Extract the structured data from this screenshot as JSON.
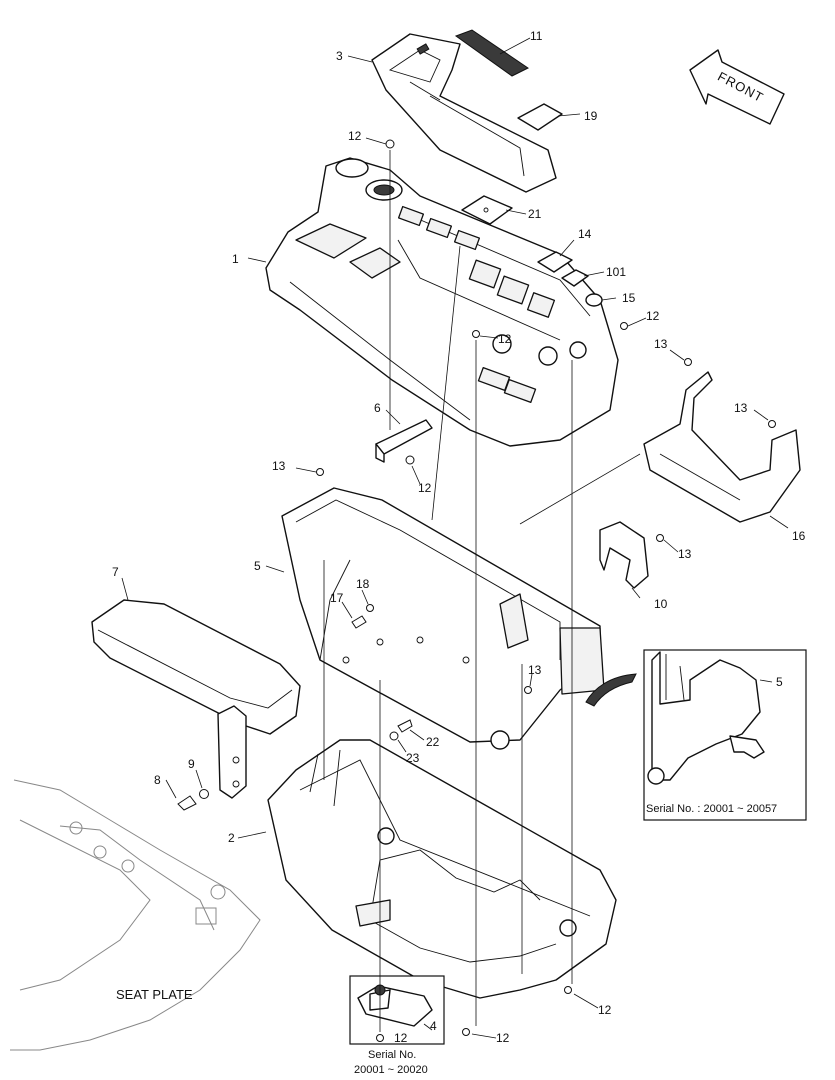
{
  "diagram": {
    "callouts": [
      {
        "id": "c1",
        "text": "1"
      },
      {
        "id": "c2",
        "text": "2"
      },
      {
        "id": "c3",
        "text": "3"
      },
      {
        "id": "c4",
        "text": "4"
      },
      {
        "id": "c5",
        "text": "5"
      },
      {
        "id": "c5b",
        "text": "5"
      },
      {
        "id": "c6",
        "text": "6"
      },
      {
        "id": "c7",
        "text": "7"
      },
      {
        "id": "c8",
        "text": "8"
      },
      {
        "id": "c9",
        "text": "9"
      },
      {
        "id": "c10",
        "text": "10"
      },
      {
        "id": "c11",
        "text": "11"
      },
      {
        "id": "c12a",
        "text": "12"
      },
      {
        "id": "c12b",
        "text": "12"
      },
      {
        "id": "c12c",
        "text": "12"
      },
      {
        "id": "c12d",
        "text": "12"
      },
      {
        "id": "c12e",
        "text": "12"
      },
      {
        "id": "c12f",
        "text": "12"
      },
      {
        "id": "c12g",
        "text": "12"
      },
      {
        "id": "c13a",
        "text": "13"
      },
      {
        "id": "c13b",
        "text": "13"
      },
      {
        "id": "c13c",
        "text": "13"
      },
      {
        "id": "c13d",
        "text": "13"
      },
      {
        "id": "c13e",
        "text": "13"
      },
      {
        "id": "c14",
        "text": "14"
      },
      {
        "id": "c15",
        "text": "15"
      },
      {
        "id": "c16",
        "text": "16"
      },
      {
        "id": "c17",
        "text": "17"
      },
      {
        "id": "c18",
        "text": "18"
      },
      {
        "id": "c19",
        "text": "19"
      },
      {
        "id": "c21",
        "text": "21"
      },
      {
        "id": "c22",
        "text": "22"
      },
      {
        "id": "c23",
        "text": "23"
      },
      {
        "id": "c101",
        "text": "101"
      }
    ],
    "front_label": "FRONT",
    "seat_plate_label": "SEAT PLATE",
    "inset_serial": "Serial No. : 20001 ~ 20057",
    "bottom_serial_line1": "Serial No.",
    "bottom_serial_line2": "20001 ~ 20020"
  }
}
